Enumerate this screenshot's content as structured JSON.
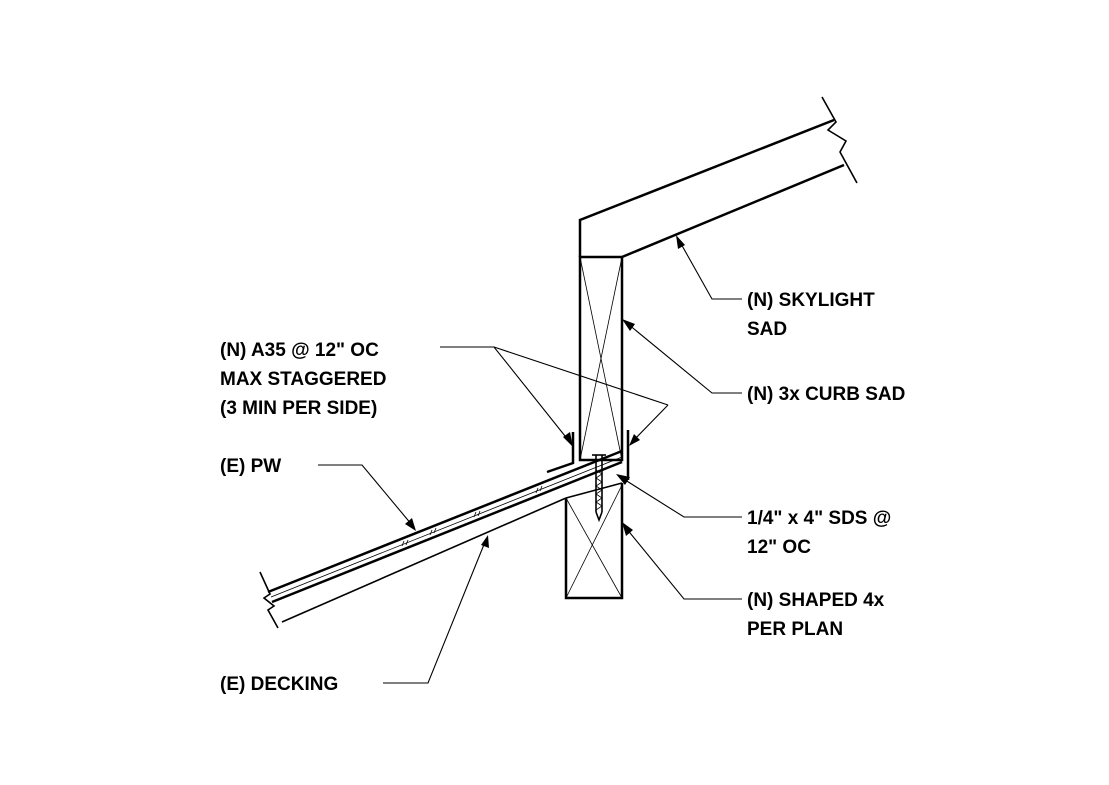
{
  "labels": {
    "skylight_line1": "(N) SKYLIGHT",
    "skylight_line2": "SAD",
    "a35_line1": "(N) A35 @ 12\" OC",
    "a35_line2": "MAX STAGGERED",
    "a35_line3": "(3 MIN PER SIDE)",
    "curb": "(N) 3x CURB SAD",
    "pw": "(E) PW",
    "sds_line1": "1/4\" x 4\" SDS @",
    "sds_line2": "12\" OC",
    "shaped_line1": "(N) SHAPED 4x",
    "shaped_line2": "PER PLAN",
    "decking": "(E) DECKING"
  }
}
